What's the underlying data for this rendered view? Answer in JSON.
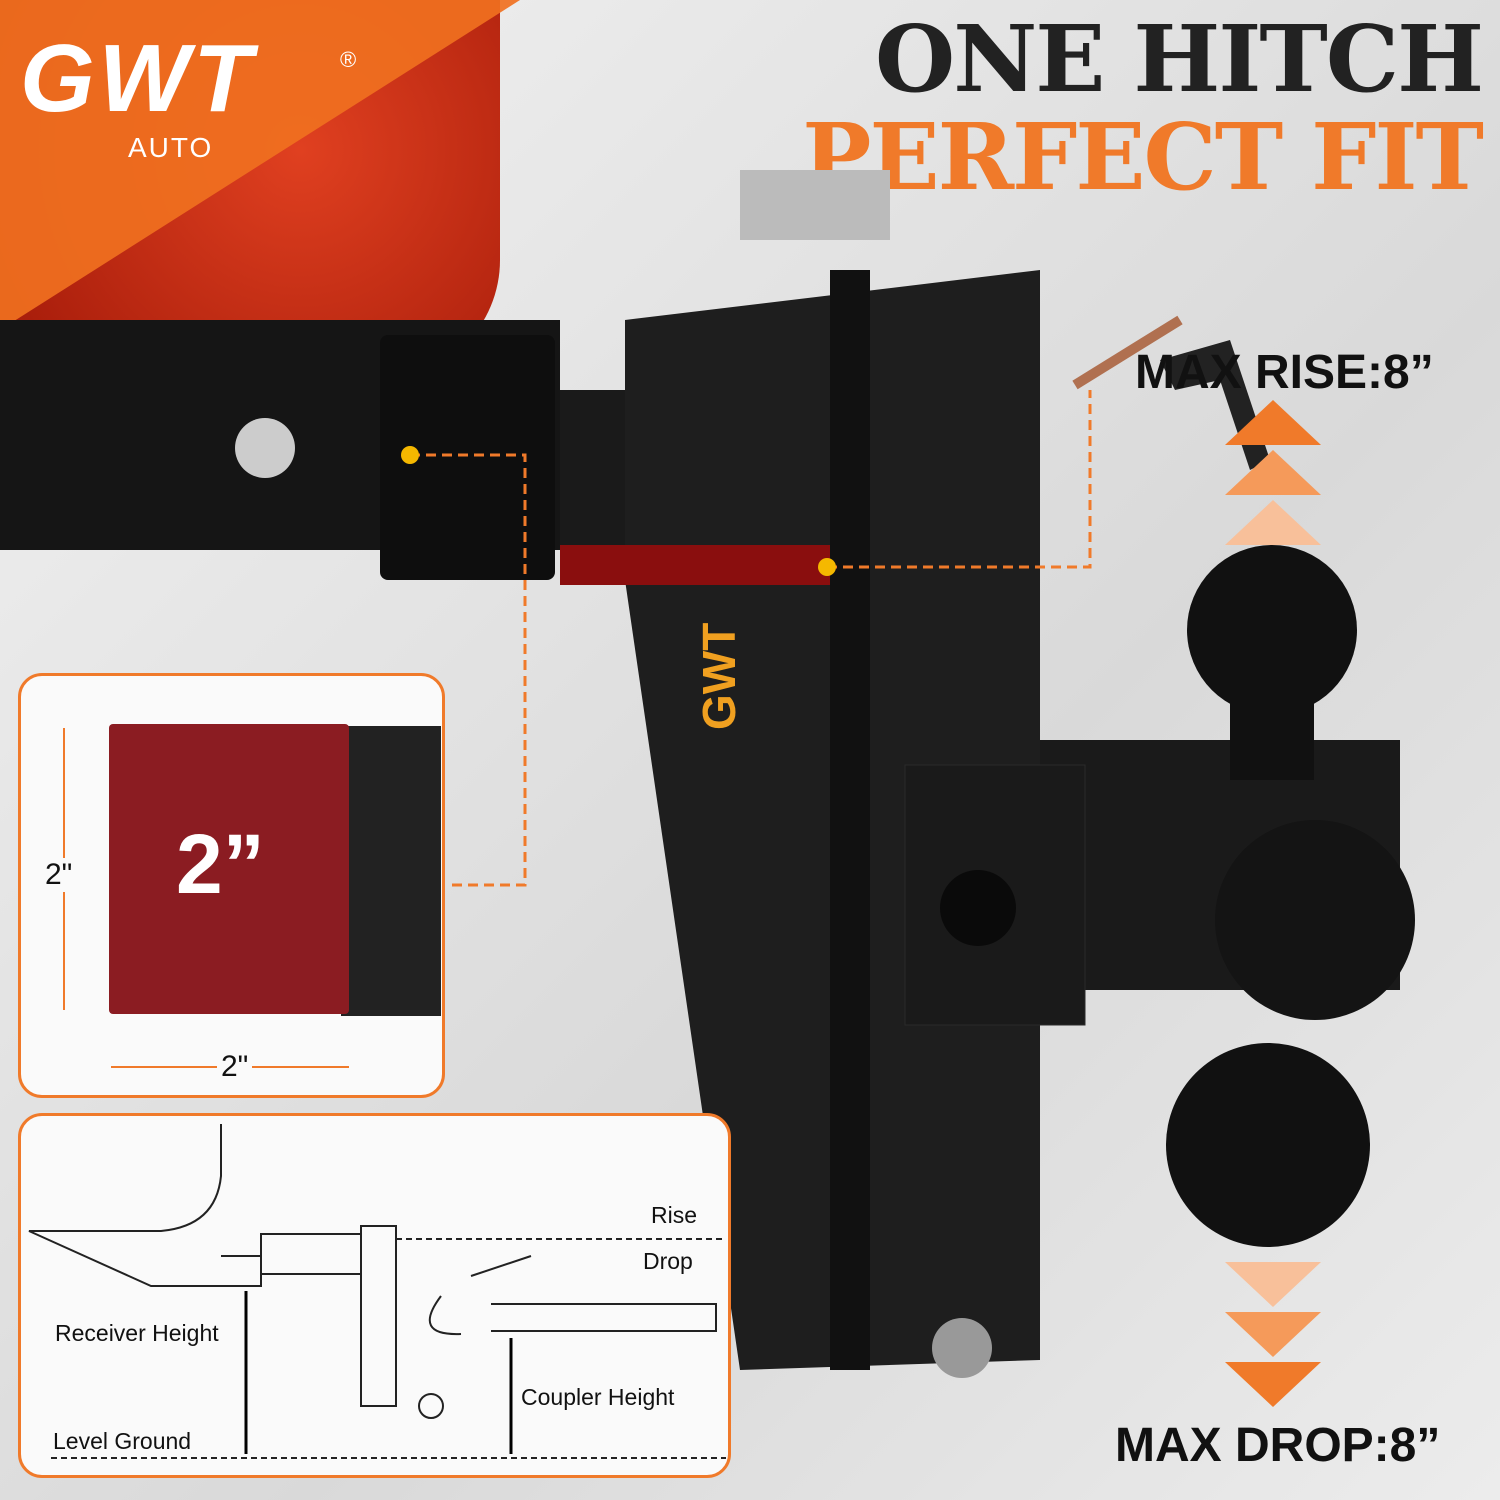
{
  "brand": {
    "name": "GWT",
    "sub": "AUTO",
    "reg": "®"
  },
  "headline": {
    "line1": "ONE HITCH",
    "line2": "PERFECT FIT"
  },
  "specs": {
    "max_rise": "MAX RISE:8”",
    "max_drop": "MAX DROP:8”"
  },
  "receiver": {
    "size_label": "2”",
    "height": "2\"",
    "width": "2\""
  },
  "diagram": {
    "rise": "Rise",
    "drop": "Drop",
    "receiver_height": "Receiver Height",
    "coupler_height": "Coupler Height",
    "level_ground": "Level Ground"
  },
  "colors": {
    "accent": "#f07a2a",
    "receiver_red": "#8b1c22",
    "hitch": "#1a1a1a"
  }
}
